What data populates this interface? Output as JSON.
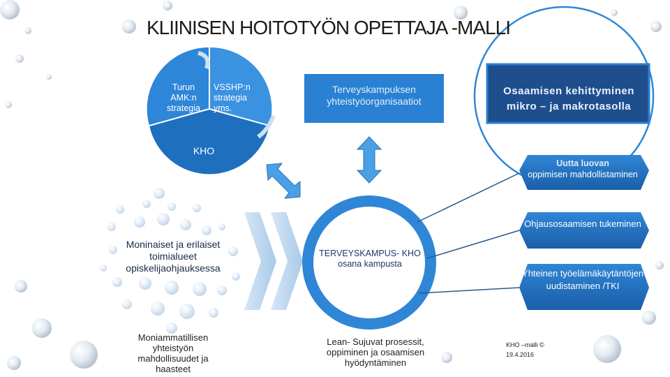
{
  "title": "KLIINISEN HOITOTYÖN OPETTAJA -MALLI",
  "circles": {
    "turun": "Turun AMK:n strategia",
    "vsshp": "VSSHP:n strategia yms.",
    "kho": "KHO"
  },
  "boxes": {
    "terveyskampus": "Terveyskampuksen yhteistyöorganisaatiot",
    "osaaminen": "Osaamisen kehittyminen mikro – ja makrotasolla"
  },
  "hexagons": {
    "uutta_l1": "Uutta luovan",
    "uutta_l2": "oppimisen mahdollistaminen",
    "ohjaus": "Ohjausosaamisen tukeminen",
    "yhteinen": "Yhteinen työelämäkäytäntöjen uudistaminen /TKI"
  },
  "left_text": "Moninaiset ja erilaiset toimialueet opiskelijaohjauksessa",
  "center_text": "TERVEYSKAMPUS- KHO osana kampusta",
  "bottom": {
    "moniammatillisen": "Moniammatillisen yhteistyön mahdollisuudet ja haasteet",
    "lean": "Lean- Sujuvat prosessit, oppiminen ja osaamisen hyödyntäminen",
    "copyright_l1": "KHO –malli ©",
    "copyright_l2": "19.4.2016"
  },
  "colors": {
    "blue_dark": "#1d5fa6",
    "blue_mid": "#2a7fd0",
    "blue_light": "#7ab8ec",
    "navy": "#1f4e8c"
  }
}
